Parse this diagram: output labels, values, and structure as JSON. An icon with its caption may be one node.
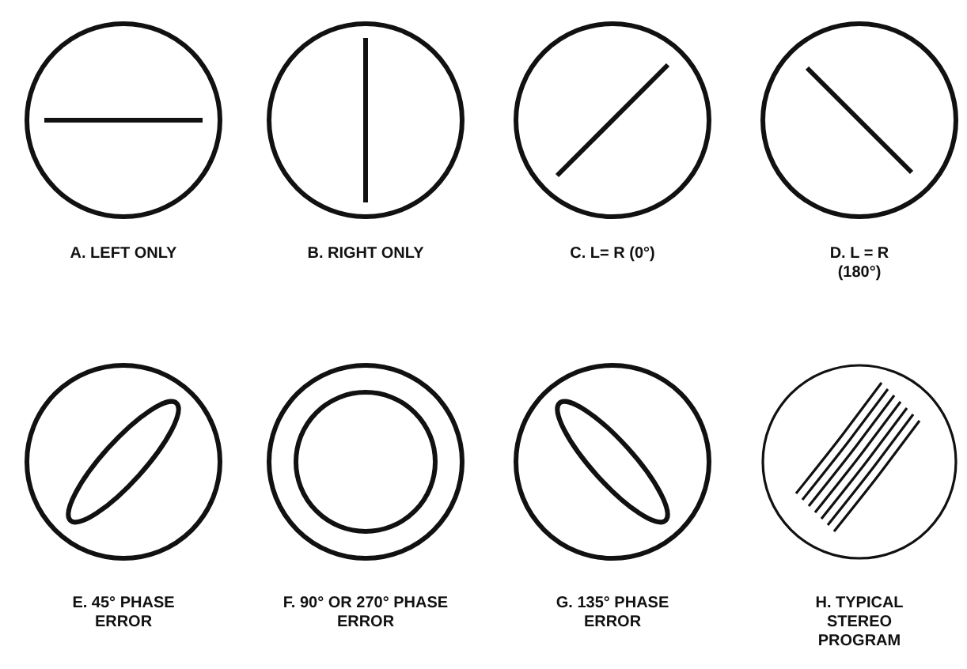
{
  "diagram": {
    "nodes": [
      {
        "text": [],
        "shape": "circle",
        "beside": [
          "A. LEFT ONLY"
        ]
      },
      {
        "text": [],
        "shape": "circle",
        "beside": [
          "B. RIGHT ONLY"
        ]
      },
      {
        "text": [],
        "shape": "circle",
        "beside": [
          "C. L= R (0°)"
        ]
      },
      {
        "text": [],
        "shape": "circle",
        "beside": [
          "D. L = R (180°)"
        ]
      },
      {
        "text": [],
        "shape": "circle",
        "beside": [
          "E. 45° PHASE ERROR"
        ]
      },
      {
        "text": [],
        "shape": "circle",
        "beside": [
          "F. 90° OR 270° PHASE ERROR"
        ]
      },
      {
        "text": [],
        "shape": "circle",
        "beside": [
          "G. 135° PHASE ERROR"
        ]
      },
      {
        "text": [],
        "shape": "circle",
        "beside": [
          "H. TYPICAL STEREO PROGRAM"
        ]
      }
    ]
  }
}
